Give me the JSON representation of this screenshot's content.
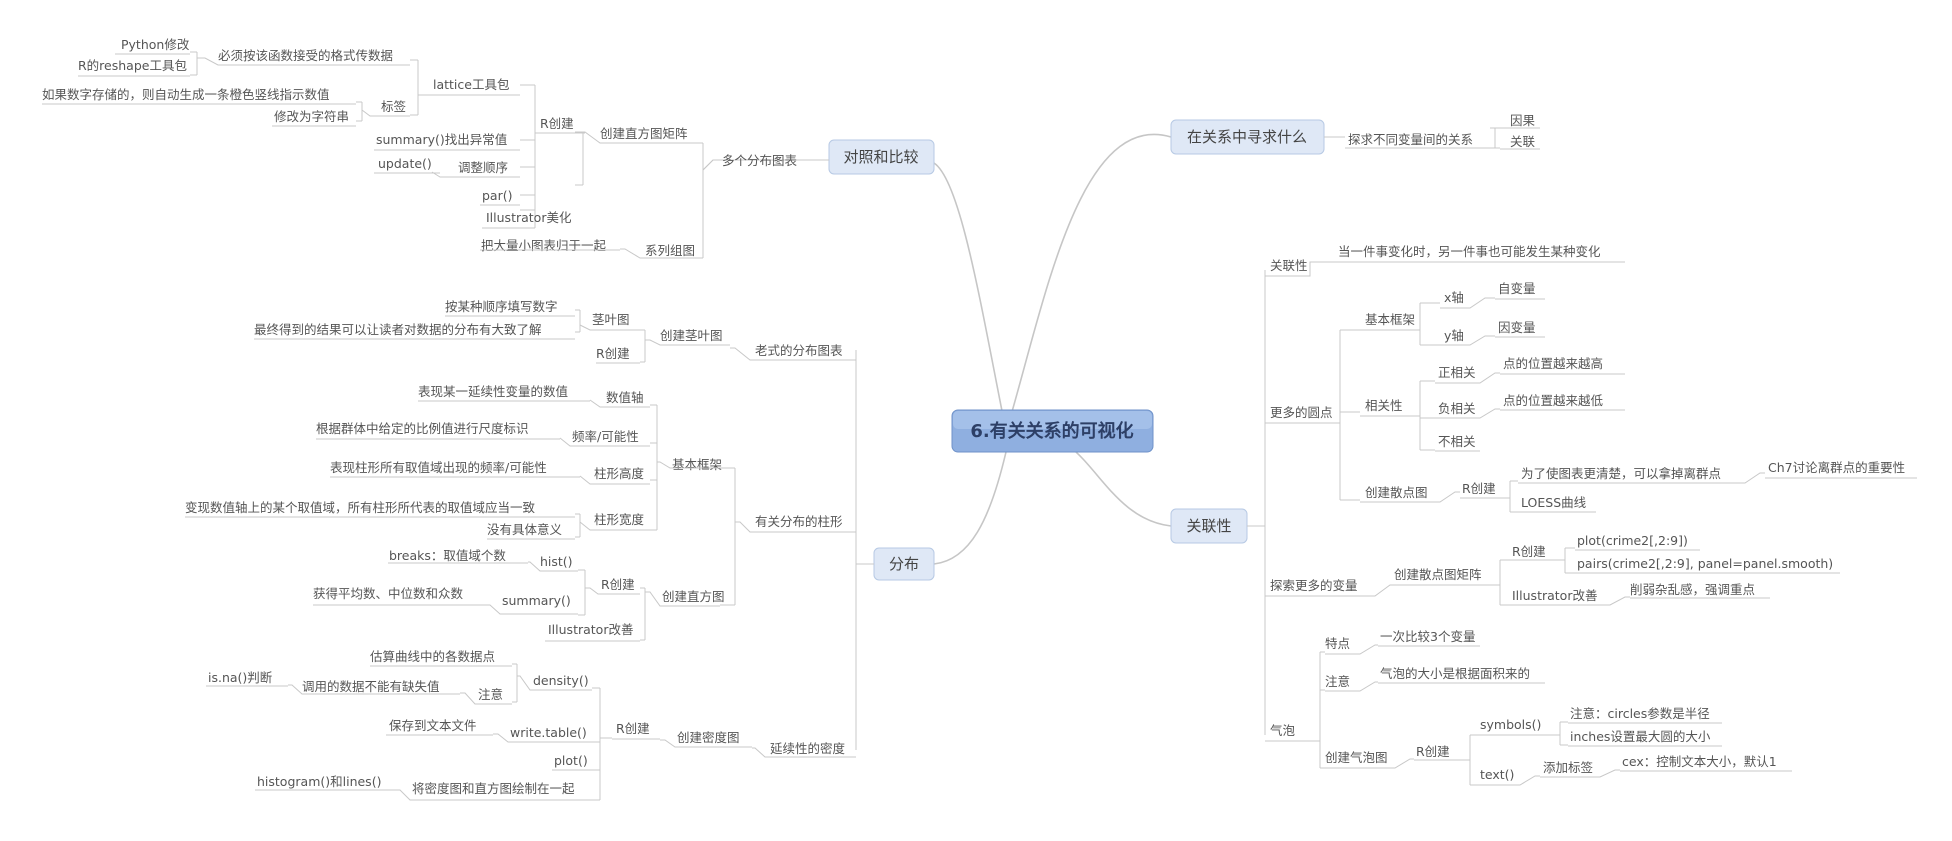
{
  "center": "6.有关关系的可视化",
  "main": {
    "left1": "对照和比较",
    "left2": "分布",
    "right1": "在关系中寻求什么",
    "right2": "关联性"
  },
  "compare": {
    "multi": "多个分布图表",
    "matrix": "创建直方图矩阵",
    "r_create": "R创建",
    "lattice": "lattice工具包",
    "format": "必须按该函数接受的格式传数据",
    "python": "Python修改",
    "reshape": "R的reshape工具包",
    "tag": "标签",
    "tag_auto": "如果数字存储的，则自动生成一条橙色竖线指示数值",
    "tag_str": "修改为字符串",
    "summary": "summary()找出异常值",
    "update": "update()",
    "update_desc": "调整顺序",
    "par": "par()",
    "illustrator": "Illustrator美化",
    "series": "系列组图",
    "series_desc": "把大量小图表归于一起"
  },
  "dist": {
    "old": "老式的分布图表",
    "stem_create": "创建茎叶图",
    "stem": "茎叶图",
    "stem_a": "按某种顺序填写数字",
    "stem_b": "最终得到的结果可以让读者对数据的分布有大致了解",
    "stem_r": "R创建",
    "bars": "有关分布的柱形",
    "frame": "基本框架",
    "axis": "数值轴",
    "axis_desc": "表现某一延续性变量的数值",
    "freq": "频率/可能性",
    "freq_desc": "根据群体中给定的比例值进行尺度标识",
    "height": "柱形高度",
    "height_desc": "表现柱形所有取值域出现的频率/可能性",
    "width": "柱形宽度",
    "width_a": "变现数值轴上的某个取值域，所有柱形所代表的取值域应当一致",
    "width_b": "没有具体意义",
    "hist_create": "创建直方图",
    "hist_r": "R创建",
    "hist": "hist()",
    "breaks": "breaks：取值域个数",
    "summary": "summary()",
    "summary_desc": "获得平均数、中位数和众数",
    "illus": "Illustrator改善",
    "density_title": "延续性的密度",
    "density_create": "创建密度图",
    "density_r": "R创建",
    "density_fn": "density()",
    "estimate": "估算曲线中的各数据点",
    "note": "注意",
    "note_desc": "调用的数据不能有缺失值",
    "isna": "is.na()判断",
    "write": "write.table()",
    "write_desc": "保存到文本文件",
    "plot": "plot()",
    "combine": "将密度图和直方图绘制在一起",
    "hist_lines": "histogram()和lines()"
  },
  "seek": {
    "find": "探求不同变量间的关系",
    "cause": "因果",
    "corr": "关联"
  },
  "assoc": {
    "relevance": "关联性",
    "relevance_desc": "当一件事变化时，另一件事也可能发生某种变化",
    "more_dots": "更多的圆点",
    "frame": "基本框架",
    "x_axis": "x轴",
    "x_desc": "自变量",
    "y_axis": "y轴",
    "y_desc": "因变量",
    "corr": "相关性",
    "pos": "正相关",
    "pos_desc": "点的位置越来越高",
    "neg": "负相关",
    "neg_desc": "点的位置越来越低",
    "none": "不相关",
    "scatter": "创建散点图",
    "r_create": "R创建",
    "clear": "为了使图表更清楚，可以拿掉离群点",
    "ch7": "Ch7讨论离群点的重要性",
    "loess": "LOESS曲线",
    "explore": "探索更多的变量",
    "matrix": "创建散点图矩阵",
    "r2": "R创建",
    "plot_fn": "plot(crime2[,2:9])",
    "pairs_fn": "pairs(crime2[,2:9], panel=panel.smooth)",
    "illus": "Illustrator改善",
    "illus_desc": "削弱杂乱感，强调重点",
    "bubble": "气泡",
    "feature": "特点",
    "feature_desc": "一次比较3个变量",
    "attention": "注意",
    "attention_desc": "气泡的大小是根据面积来的",
    "bubble_create": "创建气泡图",
    "r3": "R创建",
    "symbols": "symbols()",
    "circles": "注意：circles参数是半径",
    "inches": "inches设置最大圆的大小",
    "text": "text()",
    "add_label": "添加标签",
    "cex": "cex：控制文本大小，默认1"
  }
}
